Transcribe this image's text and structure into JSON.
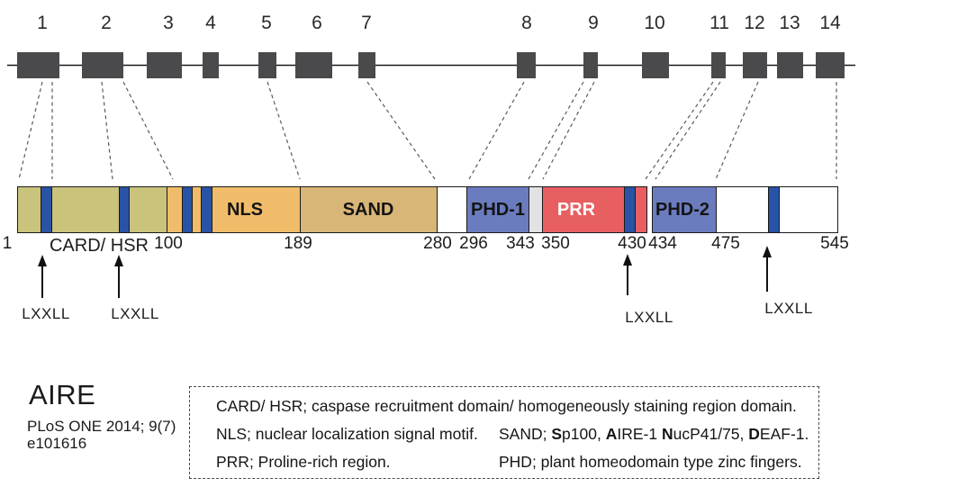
{
  "colors": {
    "exon_fill": "#4a4a4c",
    "card_hsr_fill": "#c9c37c",
    "lxxll_motif_blue": "#2953a5",
    "nls_orange": "#f0bc6a",
    "sand_tan": "#d8b678",
    "phd_blue": "#6b7cbe",
    "linker_gray": "#e2e2e2",
    "prr_red": "#e85f62"
  },
  "gene_track": {
    "exon_numbers": [
      "1",
      "2",
      "3",
      "4",
      "5",
      "6",
      "7",
      "8",
      "9",
      "10",
      "11",
      "12",
      "13",
      "14"
    ]
  },
  "protein_track": {
    "positions": [
      "1",
      "100",
      "189",
      "280",
      "296",
      "343",
      "350",
      "430",
      "434",
      "475",
      "545"
    ],
    "domains": {
      "card_hsr": "CARD/ HSR",
      "nls": "NLS",
      "sand": "SAND",
      "phd1": "PHD-1",
      "prr": "PRR",
      "phd2": "PHD-2"
    },
    "motifs": [
      "LXXLL",
      "LXXLL",
      "LXXLL",
      "LXXLL"
    ]
  },
  "footer": {
    "title": "AIRE",
    "citation_line1": "PLoS ONE 2014; 9(7)",
    "citation_line2": "e101616"
  },
  "legend": {
    "row1": "CARD/ HSR;  caspase recruitment domain/ homogeneously staining region domain.",
    "row2_left": "NLS; nuclear localization signal motif.",
    "row2_right_parts": [
      {
        "text": "SAND; ",
        "bold": false
      },
      {
        "text": "S",
        "bold": true
      },
      {
        "text": "p100, ",
        "bold": false
      },
      {
        "text": "A",
        "bold": true
      },
      {
        "text": "IRE-1 ",
        "bold": false
      },
      {
        "text": "N",
        "bold": true
      },
      {
        "text": "ucP41/75, ",
        "bold": false
      },
      {
        "text": "D",
        "bold": true
      },
      {
        "text": "EAF-1.",
        "bold": false
      }
    ],
    "row3_left": "PRR;  Proline-rich region.",
    "row3_right": "PHD; plant homeodomain type zinc fingers."
  }
}
